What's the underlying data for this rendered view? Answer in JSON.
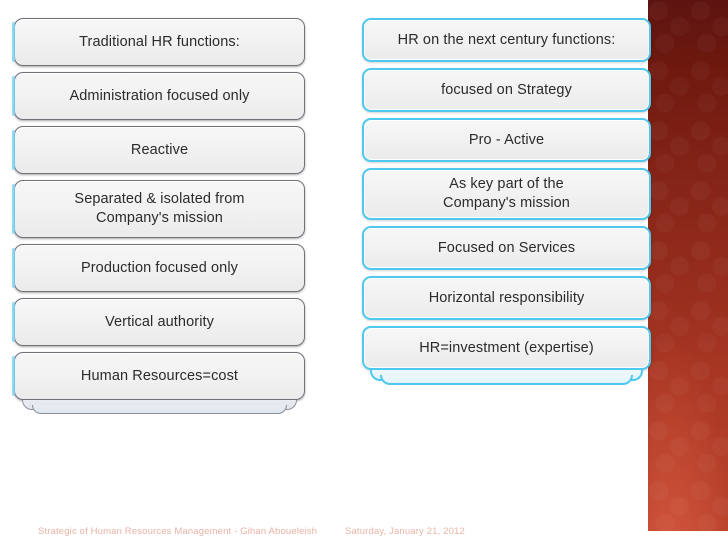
{
  "slide": {
    "background_color": "#ffffff",
    "accent_panel_color": "#8d2a1b",
    "left_border_color": "#6e7279",
    "right_border_color": "#4ec8ee"
  },
  "columns": [
    {
      "id": "traditional",
      "name": "traditional-hr-column",
      "style": "grey",
      "boxes": [
        {
          "text": "Traditional HR functions:",
          "lines": [
            "Traditional HR functions:"
          ],
          "height": 48
        },
        {
          "text": "Administration focused only",
          "lines": [
            "Administration focused only"
          ],
          "height": 48
        },
        {
          "text": "Reactive",
          "lines": [
            "Reactive"
          ],
          "height": 48
        },
        {
          "text": "Separated & isolated from Company's mission",
          "lines": [
            "Separated & isolated from",
            "Company's mission"
          ],
          "height": 58
        },
        {
          "text": "Production focused only",
          "lines": [
            "Production focused only"
          ],
          "height": 48
        },
        {
          "text": "Vertical authority",
          "lines": [
            "Vertical authority"
          ],
          "height": 48
        },
        {
          "text": "Human Resources=cost",
          "lines": [
            "Human Resources=cost"
          ],
          "height": 48
        }
      ]
    },
    {
      "id": "next-century",
      "name": "next-century-hr-column",
      "style": "cyan",
      "boxes": [
        {
          "text": "HR on the next century functions:",
          "lines": [
            "HR on the next century functions:"
          ],
          "height": 44
        },
        {
          "text": "focused on Strategy",
          "lines": [
            "focused on Strategy"
          ],
          "height": 44
        },
        {
          "text": "Pro - Active",
          "lines": [
            "Pro - Active"
          ],
          "height": 44
        },
        {
          "text": "As key part of the Company's mission",
          "lines": [
            "As key part of the",
            "Company's mission"
          ],
          "height": 52
        },
        {
          "text": "Focused on Services",
          "lines": [
            "Focused on Services"
          ],
          "height": 44
        },
        {
          "text": "Horizontal responsibility",
          "lines": [
            "Horizontal responsibility"
          ],
          "height": 44
        },
        {
          "text": "HR=investment (expertise)",
          "lines": [
            "HR=investment (expertise)"
          ],
          "height": 44
        }
      ]
    }
  ],
  "footer": {
    "title": "Strategic of Human Resources Management - Gihan Aboueleish",
    "date": "Saturday, January 21, 2012"
  }
}
